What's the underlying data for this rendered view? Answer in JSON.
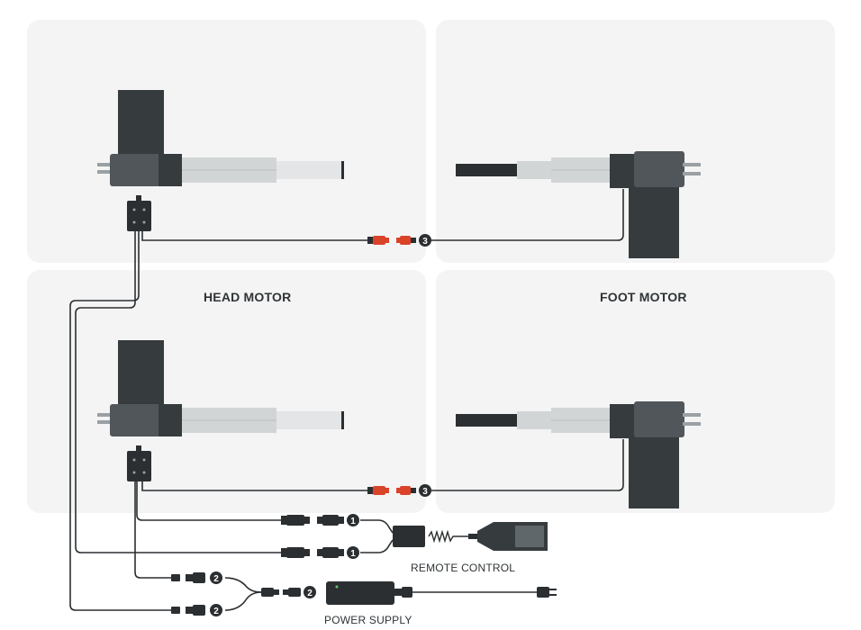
{
  "labels": {
    "head_motor": "HEAD MOTOR",
    "foot_motor": "FOOT MOTOR",
    "remote_control": "REMOTE CONTROL",
    "power_supply": "POWER SUPPLY"
  },
  "callouts": {
    "one": "1",
    "two": "2",
    "three": "3"
  },
  "colors": {
    "panel": "#f4f4f4",
    "motor_dark": "#363b3e",
    "motor_mid": "#50565a",
    "tube_light": "#d2d5d6",
    "connector_red": "#d9432a",
    "wire": "#2b2f31",
    "callout_bg": "#2b2f31"
  },
  "icons": [
    "actuator-motor",
    "control-box",
    "connector-plug",
    "remote-control",
    "power-supply-adapter",
    "wall-plug",
    "coil-cord"
  ]
}
